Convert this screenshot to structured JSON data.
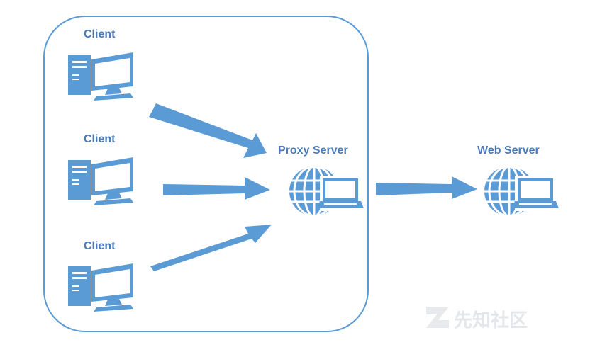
{
  "colors": {
    "accent": "#5b9bd5",
    "label": "#4a7ab8",
    "watermark": "#e3e6ea"
  },
  "labels": {
    "client_1": "Client",
    "client_2": "Client",
    "client_3": "Client",
    "proxy": "Proxy Server",
    "web": "Web Server"
  },
  "watermark": {
    "text": "先知社区"
  },
  "icons": {
    "client": "desktop-computer-icon",
    "server": "globe-laptop-icon",
    "arrow": "arrow-right-icon"
  }
}
